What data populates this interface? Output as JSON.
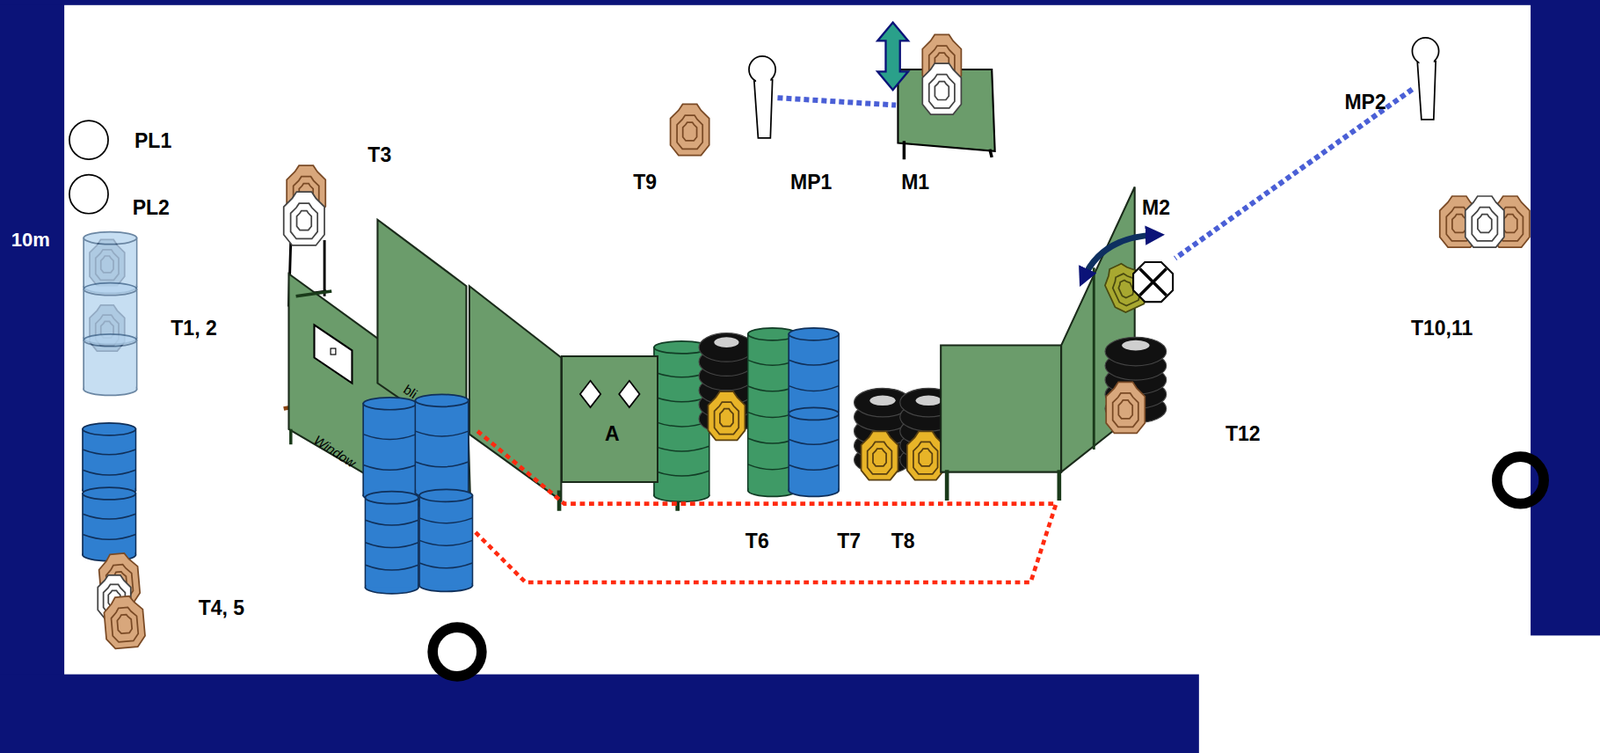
{
  "diagram": {
    "nodes": [
      {
        "text": [
          "MP1"
        ]
      },
      {
        "text": [
          "M1"
        ]
      },
      {
        "text": [
          "MP2"
        ]
      },
      {
        "text": [
          "M2"
        ]
      },
      {
        "text": [
          "A"
        ]
      }
    ],
    "edges": [
      {
        "from": 0,
        "to": 1,
        "arrow": "none"
      },
      {
        "from": 2,
        "to": 3,
        "arrow": "none"
      }
    ],
    "labels": [
      "10m",
      "PL1",
      "PL2",
      "T3",
      "T9",
      "T1, 2",
      "T10,11",
      "Window",
      "bli",
      "T12",
      "T4, 5",
      "T6",
      "T7",
      "T8"
    ]
  }
}
